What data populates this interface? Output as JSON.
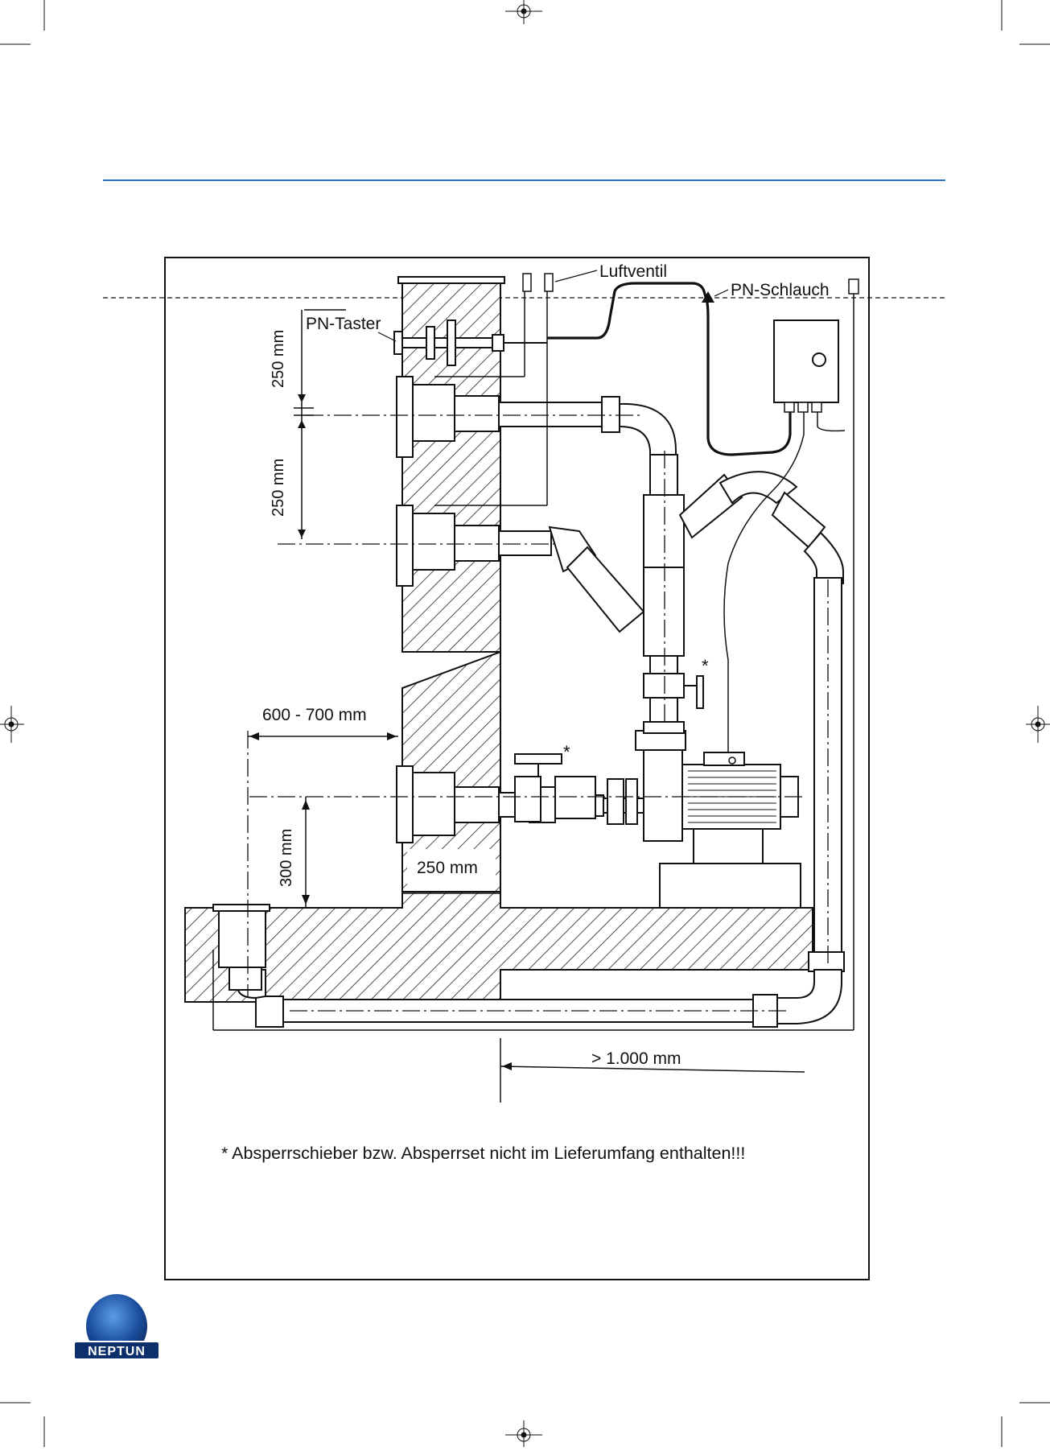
{
  "colors": {
    "rule": "#2a6fc9",
    "ink": "#111111",
    "logo_dark": "#0d2f6b",
    "logo_light": "#3f86d6"
  },
  "diagram": {
    "labels": {
      "luftventil": "Luftventil",
      "pn_schlauch": "PN-Schlauch",
      "pn_taster": "PN-Taster",
      "dim_250_top": "250 mm",
      "dim_250_mid": "250 mm",
      "dim_600_700": "600 - 700 mm",
      "dim_300": "300 mm",
      "dim_250_wall": "250 mm",
      "dim_1000": "> 1.000 mm",
      "asterisk_upper": "*",
      "asterisk_lower": "*",
      "footnote": "* Absperrschieber bzw. Absperrset nicht im Lieferumfang enthalten!!!"
    }
  },
  "logo": {
    "text": "NEPTUN"
  }
}
